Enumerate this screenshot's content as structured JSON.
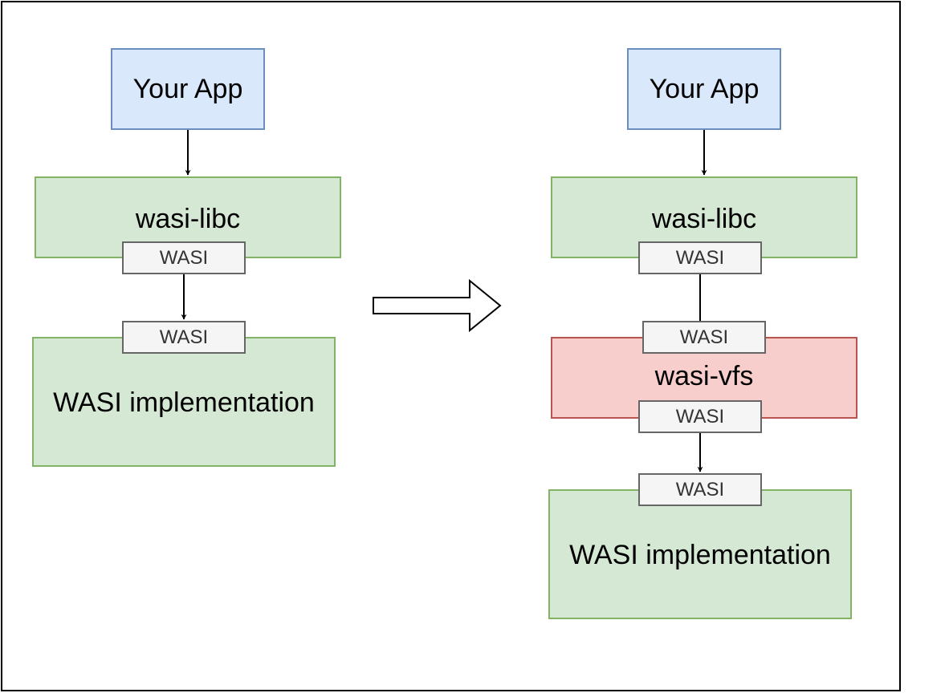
{
  "before": {
    "app_label": "Your App",
    "libc_label": "wasi-libc",
    "libc_port_label": "WASI",
    "impl_port_label": "WASI",
    "impl_label": "WASI implementation"
  },
  "after": {
    "app_label": "Your App",
    "libc_label": "wasi-libc",
    "libc_port_label": "WASI",
    "vfs_top_port_label": "WASI",
    "vfs_label": "wasi-vfs",
    "vfs_bottom_port_label": "WASI",
    "impl_port_label": "WASI",
    "impl_label": "WASI implementation"
  },
  "colors": {
    "app_fill": "#dae8fc",
    "app_stroke": "#6c8ebf",
    "green_fill": "#d5e8d4",
    "green_stroke": "#82b366",
    "red_fill": "#f8cecc",
    "red_stroke": "#b85450",
    "port_fill": "#f5f5f5",
    "port_stroke": "#666666"
  }
}
